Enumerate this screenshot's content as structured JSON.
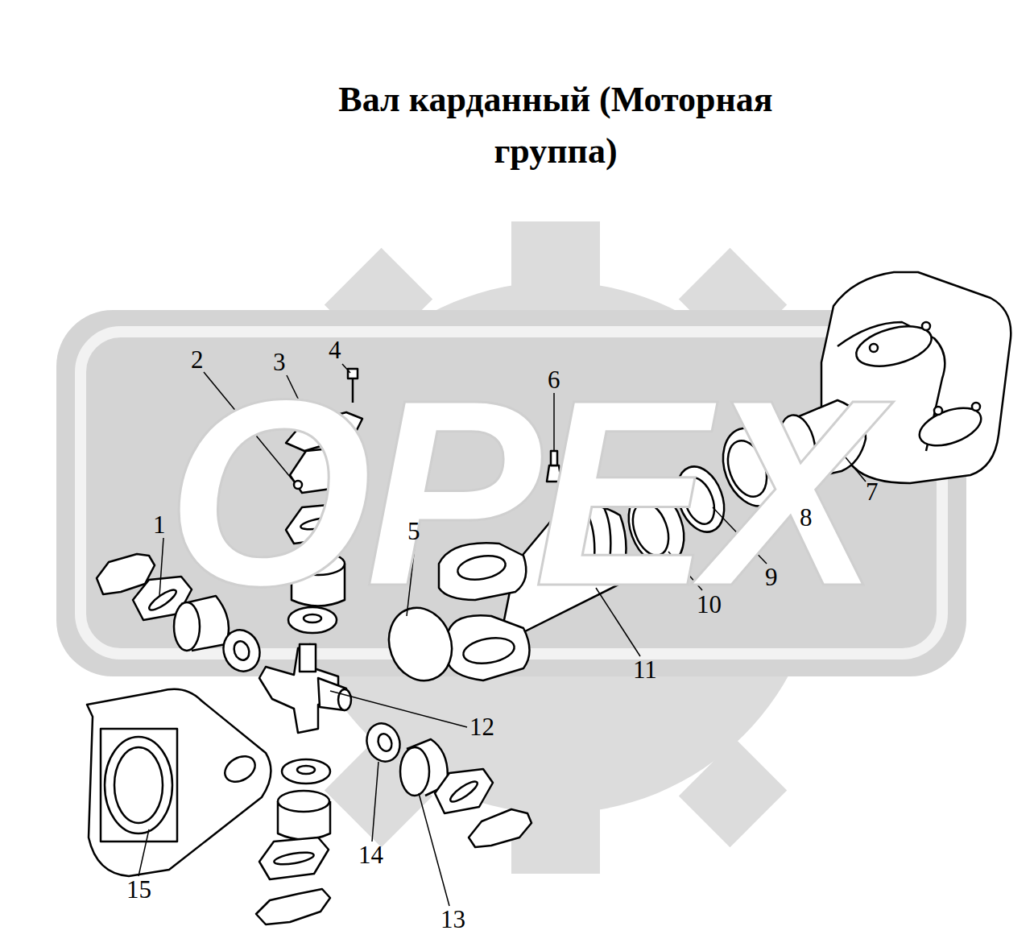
{
  "diagram": {
    "title": "Вал карданный (Моторная группа)",
    "labels": [
      "OPEX",
      "2",
      "3",
      "4",
      "6",
      "1",
      "5",
      "7",
      "8",
      "9",
      "10",
      "11",
      "12",
      "14",
      "15",
      "13"
    ]
  }
}
